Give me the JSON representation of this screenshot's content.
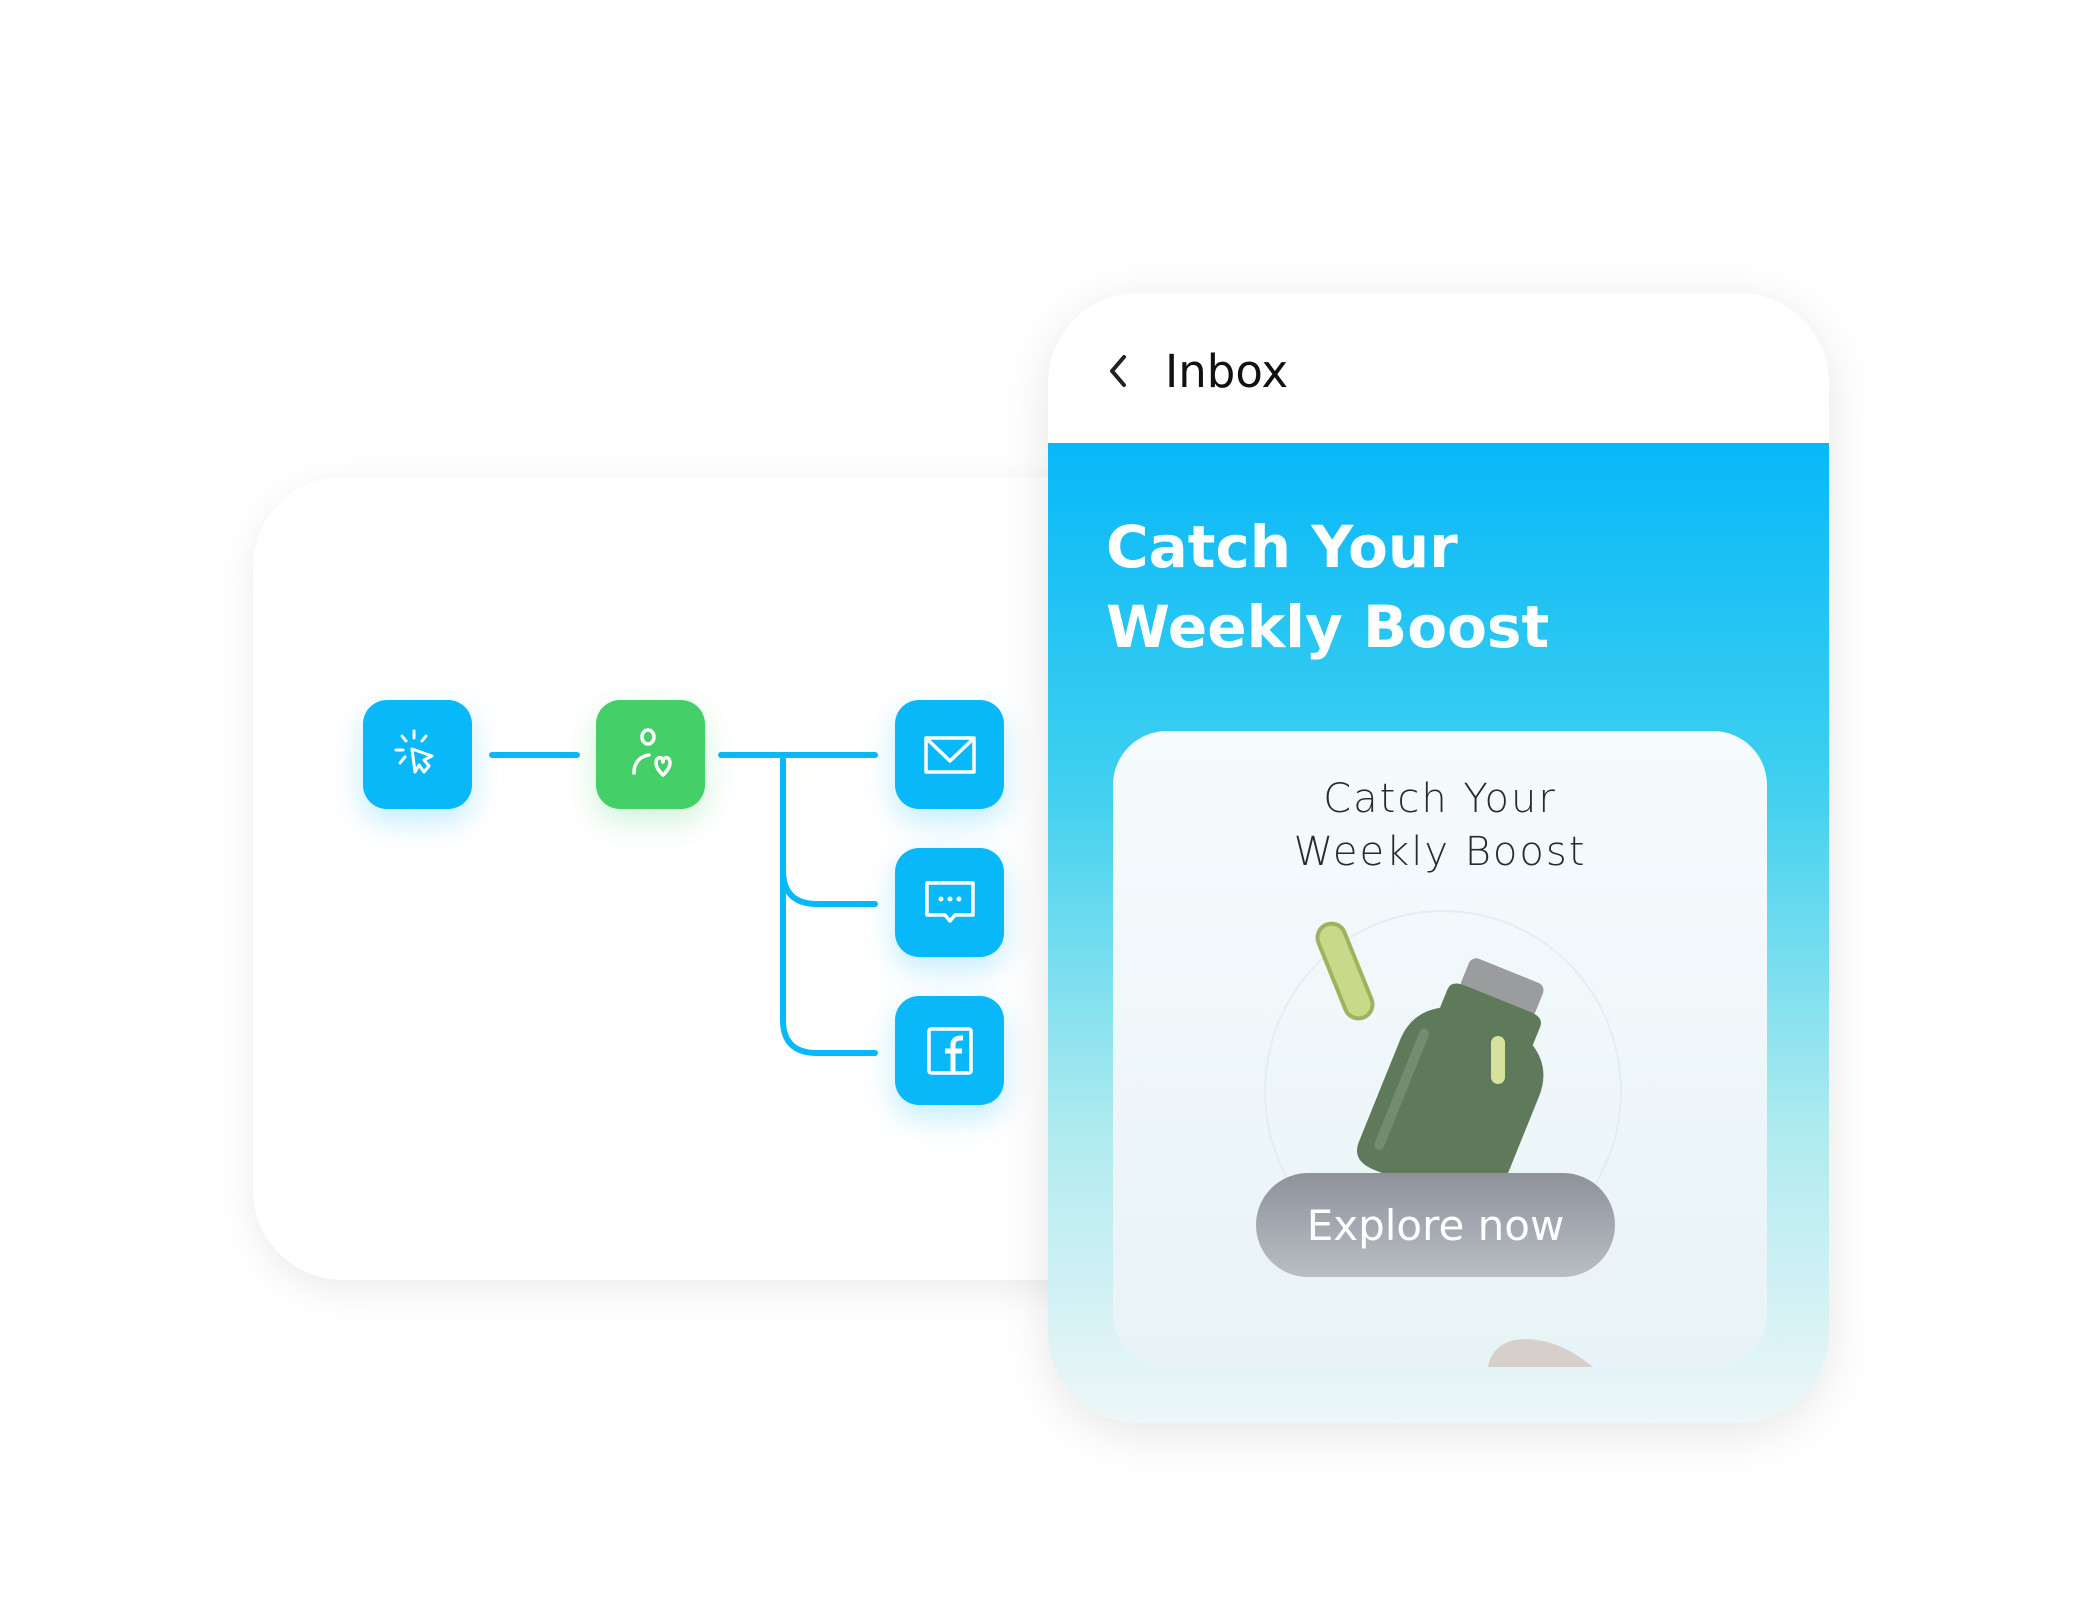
{
  "flow": {
    "nodes": [
      {
        "icon": "cursor-click-icon",
        "color": "#08b8f8"
      },
      {
        "icon": "user-heart-icon",
        "color": "#45cf68"
      },
      {
        "icon": "mail-icon",
        "color": "#08b8f8"
      },
      {
        "icon": "chat-bubble-icon",
        "color": "#08b8f8"
      },
      {
        "icon": "facebook-icon",
        "color": "#08b8f8"
      }
    ]
  },
  "phone": {
    "header": {
      "back_icon": "chevron-left-icon",
      "title": "Inbox"
    },
    "headline_line1": "Catch Your",
    "headline_line2": "Weekly Boost",
    "card": {
      "title_line1": "Catch Your",
      "title_line2": "Weekly Boost",
      "cta_label": "Explore now"
    }
  }
}
